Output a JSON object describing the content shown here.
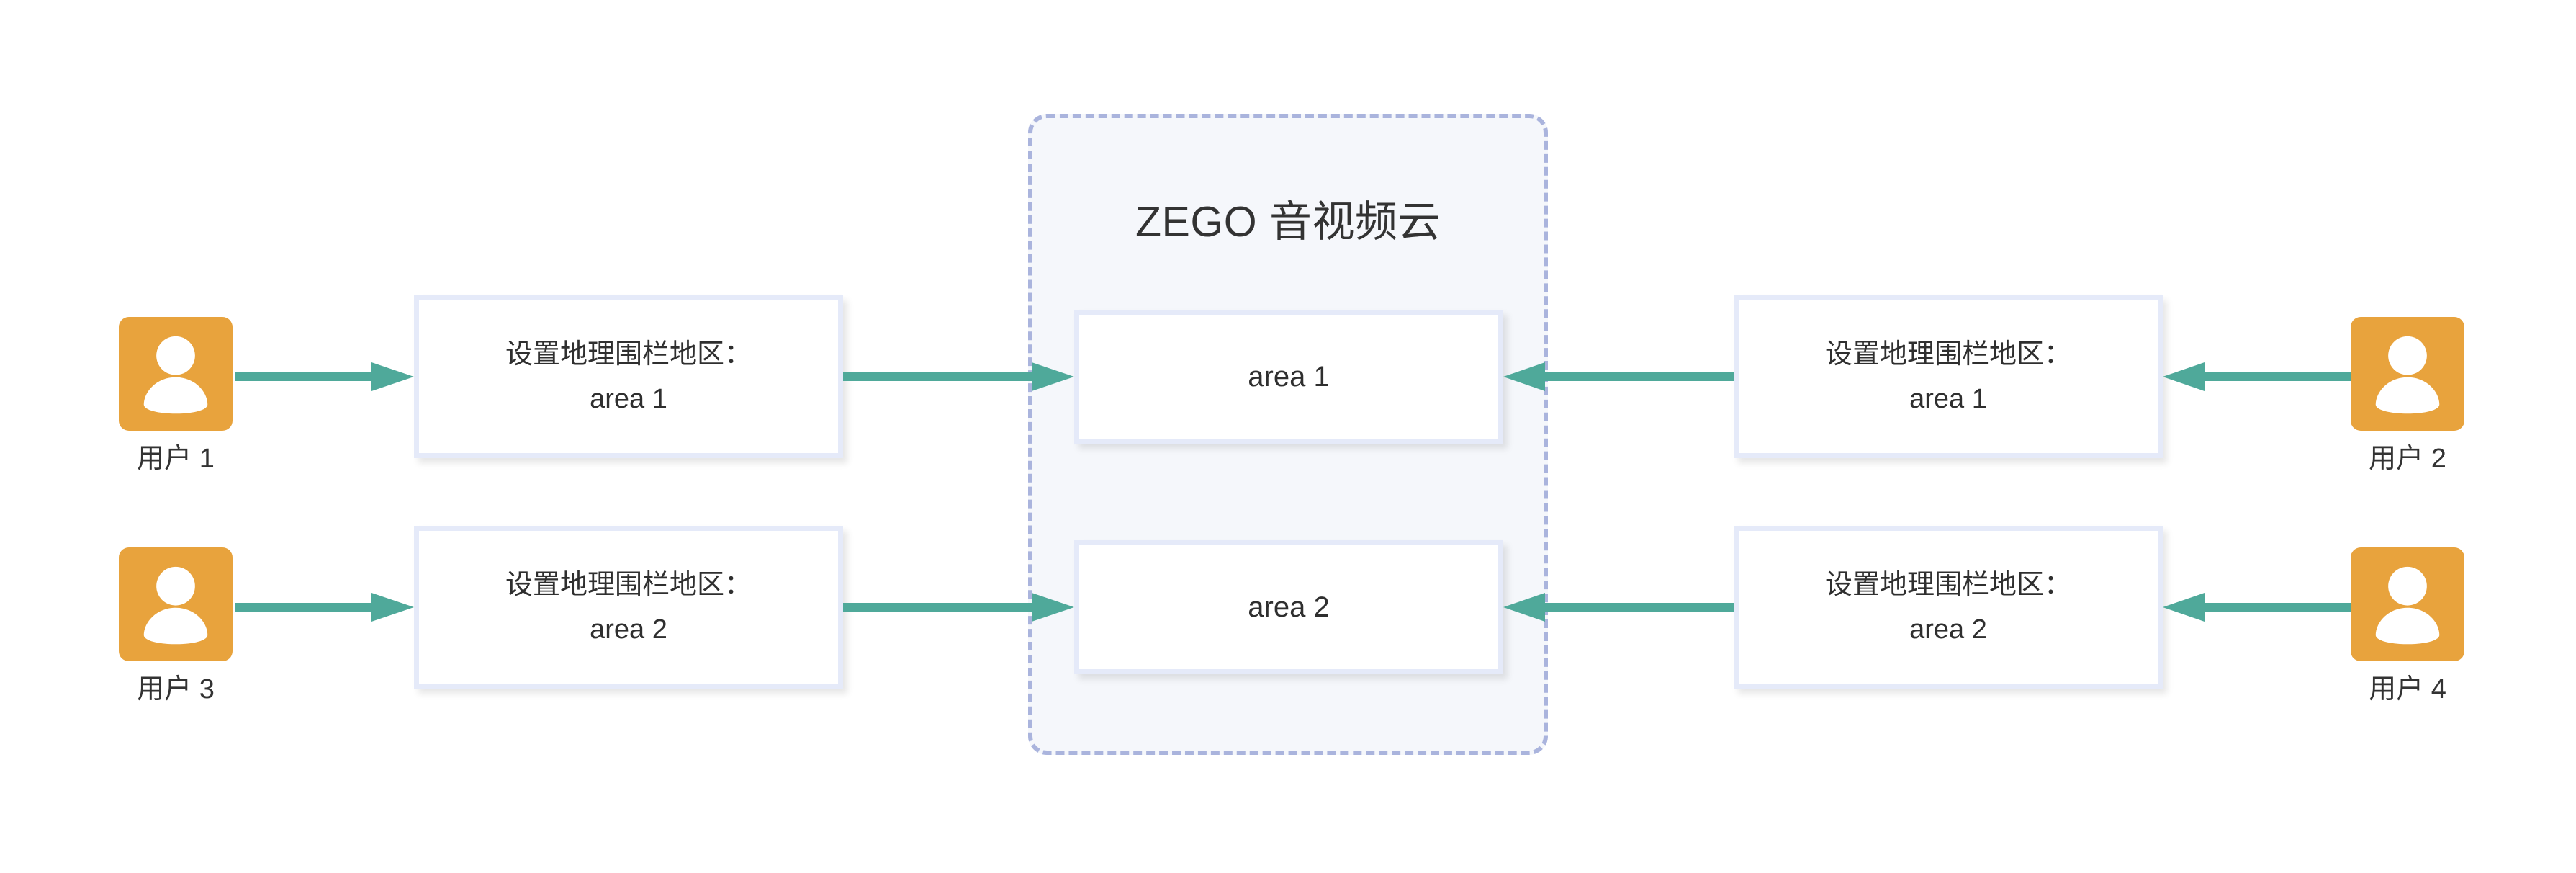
{
  "diagram": {
    "title": "ZEGO 音视频云",
    "colors": {
      "avatar": "#e8a33d",
      "arrow": "#4fa99a",
      "cloud_border": "#aab4dd",
      "cloud_fill": "#f5f7fb",
      "card_border": "#e5eaf9",
      "text": "#333333"
    }
  },
  "users": [
    {
      "id": "user-1",
      "label": "用户 1",
      "icon": "user-avatar-icon",
      "side": "left",
      "row": 1
    },
    {
      "id": "user-2",
      "label": "用户 2",
      "icon": "user-avatar-icon",
      "side": "right",
      "row": 1
    },
    {
      "id": "user-3",
      "label": "用户 3",
      "icon": "user-avatar-icon",
      "side": "left",
      "row": 2
    },
    {
      "id": "user-4",
      "label": "用户 4",
      "icon": "user-avatar-icon",
      "side": "right",
      "row": 2
    }
  ],
  "geofence_cards": [
    {
      "id": "geofence-left-1",
      "title": "设置地理围栏地区：",
      "value": "area 1"
    },
    {
      "id": "geofence-right-1",
      "title": "设置地理围栏地区：",
      "value": "area 1"
    },
    {
      "id": "geofence-left-2",
      "title": "设置地理围栏地区：",
      "value": "area 2"
    },
    {
      "id": "geofence-right-2",
      "title": "设置地理围栏地区：",
      "value": "area 2"
    }
  ],
  "cloud_areas": [
    {
      "id": "cloud-area-1",
      "label": "area 1"
    },
    {
      "id": "cloud-area-2",
      "label": "area 2"
    }
  ],
  "arrows": [
    {
      "id": "arrow-user1-to-geofence",
      "direction": "right",
      "icon": "arrow-right-icon"
    },
    {
      "id": "arrow-geofence-to-area1",
      "direction": "right",
      "icon": "arrow-right-icon"
    },
    {
      "id": "arrow-user2-to-geofence",
      "direction": "left",
      "icon": "arrow-left-icon"
    },
    {
      "id": "arrow-geofence-to-area1r",
      "direction": "left",
      "icon": "arrow-left-icon"
    },
    {
      "id": "arrow-user3-to-geofence",
      "direction": "right",
      "icon": "arrow-right-icon"
    },
    {
      "id": "arrow-geofence-to-area2",
      "direction": "right",
      "icon": "arrow-right-icon"
    },
    {
      "id": "arrow-user4-to-geofence",
      "direction": "left",
      "icon": "arrow-left-icon"
    },
    {
      "id": "arrow-geofence-to-area2r",
      "direction": "left",
      "icon": "arrow-left-icon"
    }
  ]
}
